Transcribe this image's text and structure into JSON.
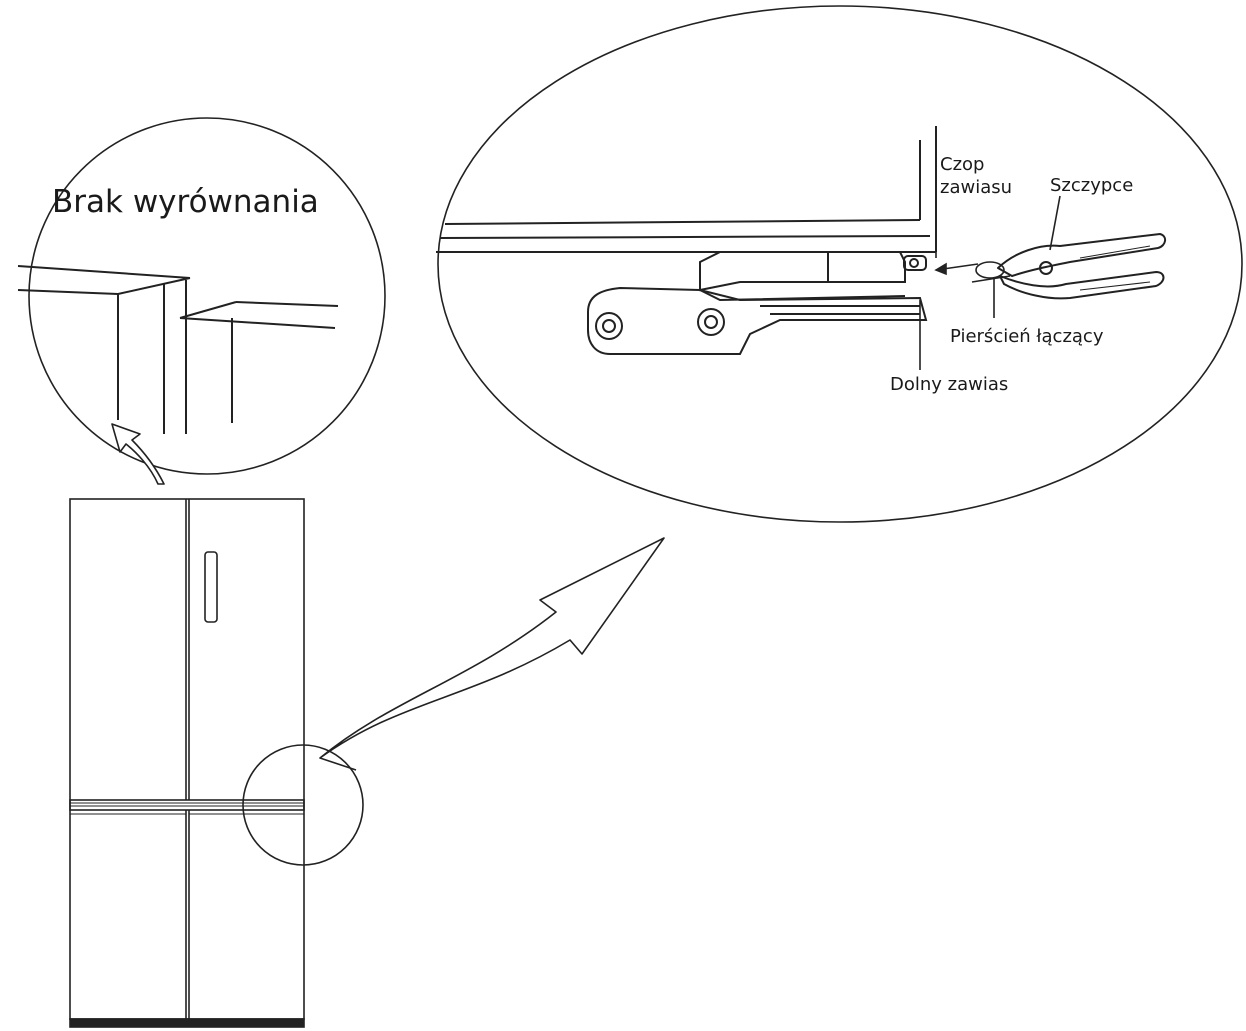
{
  "diagram": {
    "labels": {
      "misalignment": "Brak wyrównania",
      "hinge_pin_line1": "Czop",
      "hinge_pin_line2": "zawiasu",
      "pliers": "Szczypce",
      "connecting_ring": "Pierścień łączący",
      "bottom_hinge": "Dolny zawias"
    }
  }
}
